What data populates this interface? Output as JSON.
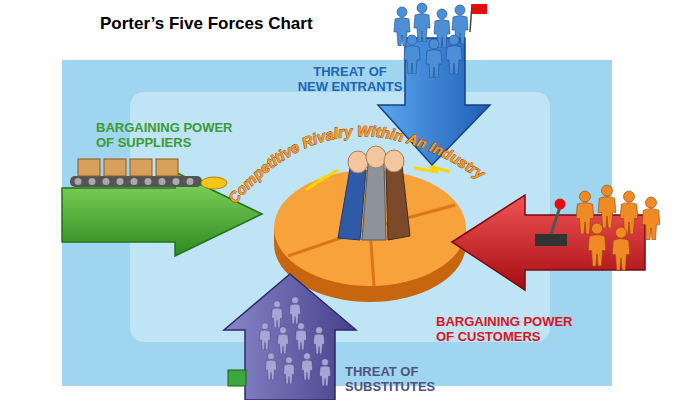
{
  "diagram": {
    "title": "Porter’s Five Forces Chart",
    "labels": [
      "THREAT OF NEW ENTRANTS",
      "BARGAINING POWER OF SUPPLIERS",
      "Competitive Rivalry Within An Industry",
      "BARGAINING POWER OF CUSTOMERS",
      "THREAT OF SUBSTITUTES"
    ]
  }
}
